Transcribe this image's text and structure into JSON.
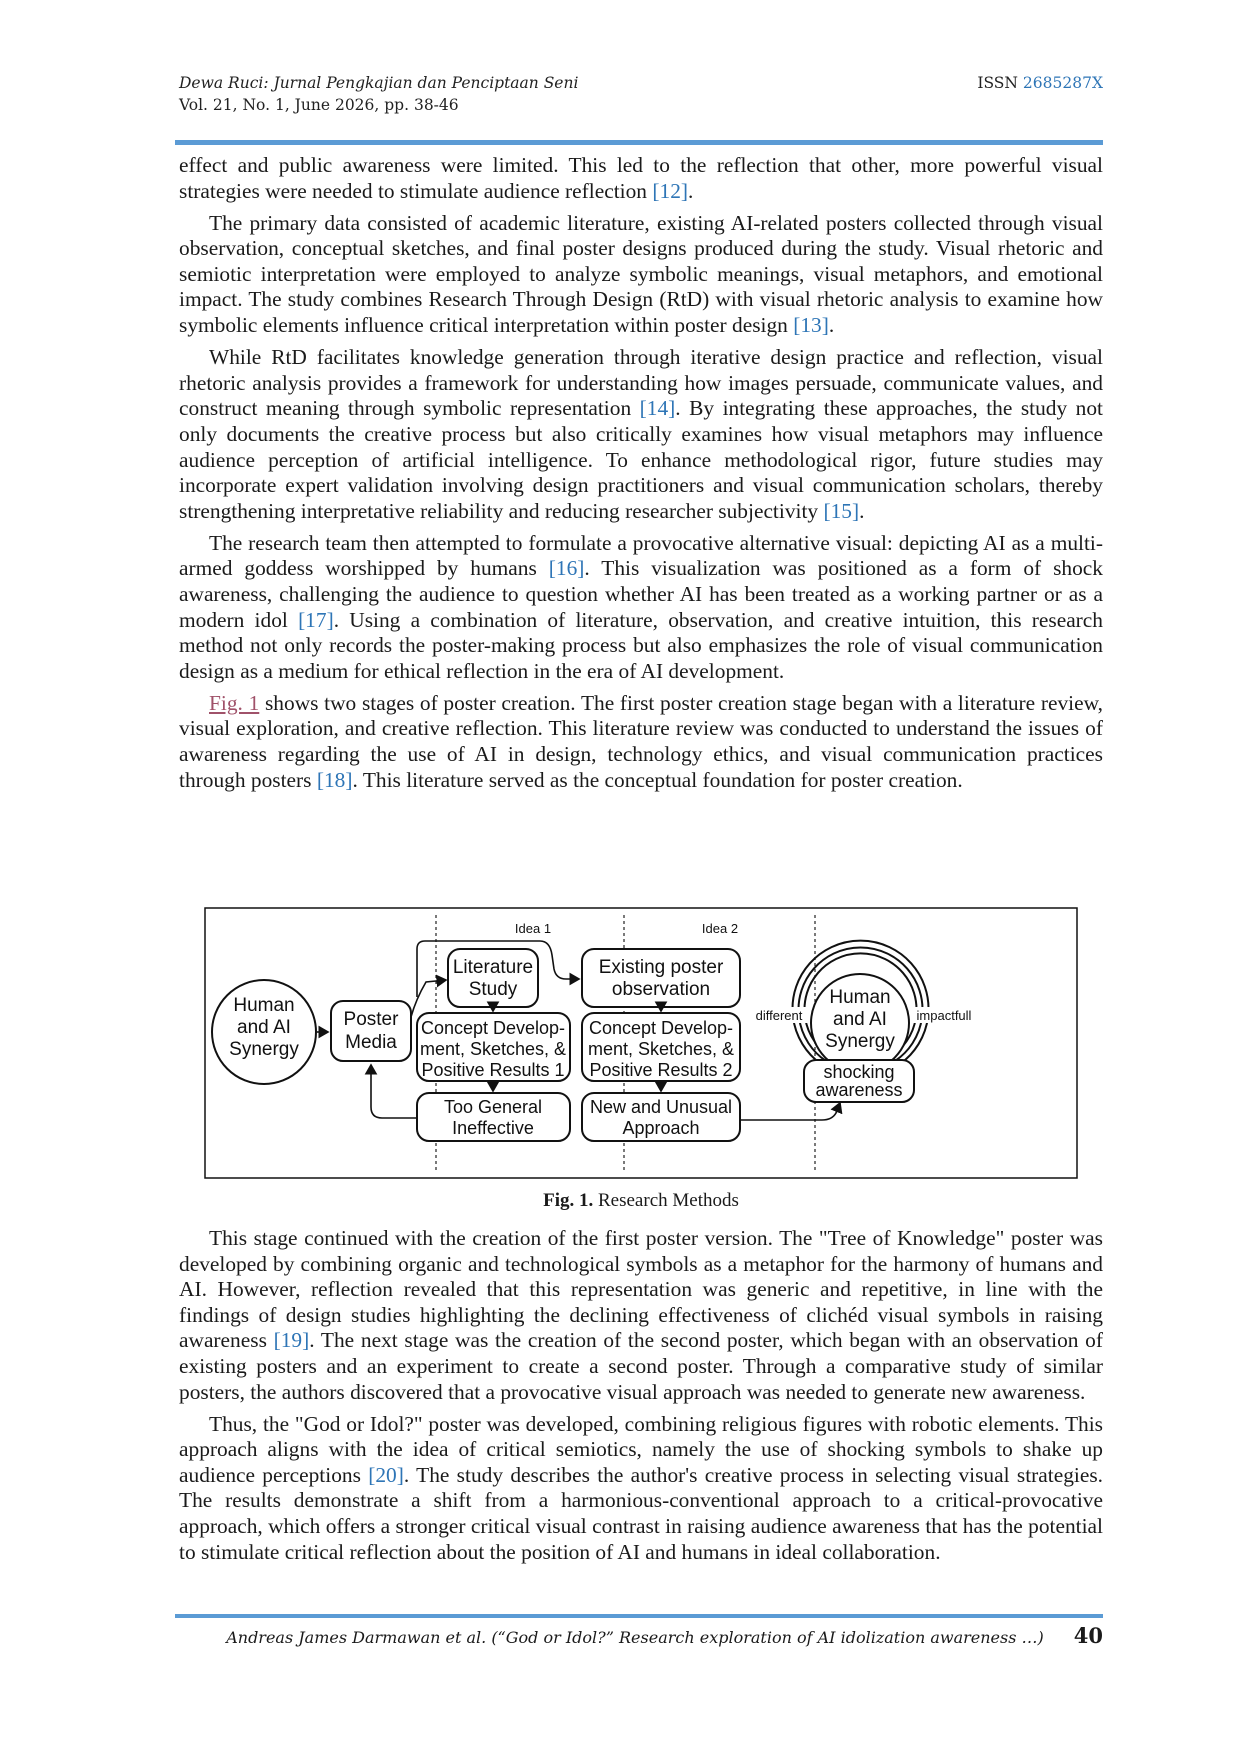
{
  "header": {
    "journal": "Dewa Ruci: Jurnal Pengkajian dan Penciptaan Seni",
    "volume": "Vol. 21, No. 1, June 2026, pp. 38-46",
    "issn_label": "ISSN",
    "issn_number": "2685287X"
  },
  "paragraphs": {
    "p1_text": "effect and public awareness were limited. This led to the reflection that other, more powerful visual strategies were needed to stimulate audience reflection",
    "p1_cite": "[12]",
    "p2_text": "The primary data consisted of academic literature, existing AI-related posters collected through visual observation, conceptual sketches, and final poster designs produced during the study. Visual rhetoric and semiotic interpretation were employed to analyze symbolic meanings, visual metaphors, and emotional impact. The study combines Research Through Design (RtD) with visual rhetoric analysis to examine how symbolic elements influence critical interpretation within poster design",
    "p2_cite": "[13]",
    "p3_a": "While RtD facilitates knowledge generation through iterative design practice and reflection, visual rhetoric analysis provides a framework for understanding how images persuade, communicate values, and construct meaning through symbolic representation",
    "p3_cite1": "[14]",
    "p3_b": "By integrating these approaches, the study not only documents the creative process but also critically examines how visual metaphors may influence audience perception of artificial intelligence. To enhance methodological rigor, future studies may incorporate expert validation involving design practitioners and visual communication scholars, thereby strengthening interpretative reliability and reducing researcher subjectivity",
    "p3_cite2": "[15]",
    "p4_a": "The research team then attempted to formulate a provocative alternative visual: depicting AI as a multi-armed goddess worshipped by humans",
    "p4_cite1": "[16]",
    "p4_b": "This visualization was positioned as a form of shock awareness, challenging the audience to question whether AI has been treated as a working partner or as a modern idol",
    "p4_cite2": "[17]",
    "p4_c": "Using a combination of literature, observation, and creative intuition, this research method not only records the poster-making process but also emphasizes the role of visual communication design as a medium for ethical reflection in the era of AI development.",
    "p5_link": "Fig. 1",
    "p5_a": "shows two stages of poster creation. The first poster creation stage began with a literature review, visual exploration, and creative reflection. This literature review was conducted to understand the issues of awareness regarding the use of AI in design, technology ethics, and visual communication practices through posters",
    "p5_cite": "[18]",
    "p5_b": "This literature served as the conceptual foundation for poster creation.",
    "p6_a": "This stage continued with the creation of the first poster version. The \"Tree of Knowledge\" poster was developed by combining organic and technological symbols as a metaphor for the harmony of humans and AI. However, reflection revealed that this representation was generic and repetitive, in line with the findings of design studies highlighting the declining effectiveness of clichéd visual symbols in raising awareness",
    "p6_cite": "[19]",
    "p6_b": "The next stage was the creation of the second poster, which began with an observation of existing posters and an experiment to create a second poster. Through a comparative study of similar posters, the authors discovered that a provocative visual approach was needed to generate new awareness.",
    "p7_a": "Thus, the \"God or Idol?\" poster was developed, combining religious figures with robotic elements. This approach aligns with the idea of critical semiotics, namely the use of shocking symbols to shake up audience perceptions",
    "p7_cite": "[20]",
    "p7_b": "The study describes the author's creative process in selecting visual strategies. The results demonstrate a shift from a harmonious-conventional approach to a critical-provocative approach, which offers a stronger critical visual contrast in raising audience awareness that has the potential to stimulate critical reflection about the position of AI and humans in ideal collaboration."
  },
  "figure": {
    "caption_label": "Fig. 1.",
    "caption_text": "Research Methods",
    "idea1": "Idea 1",
    "idea2": "Idea 2",
    "human_l1": "Human",
    "human_l2": "and AI",
    "human_l3": "Synergy",
    "poster_l1": "Poster",
    "poster_l2": "Media",
    "lit_l1": "Literature",
    "lit_l2": "Study",
    "concept1_l1": "Concept Develop-",
    "concept1_l2": "ment, Sketches, &",
    "concept1_l3": "Positive Results 1",
    "toogeneral_l1": "Too General",
    "toogeneral_l2": "Ineffective",
    "existing_l1": "Existing poster",
    "existing_l2": "observation",
    "concept2_l1": "Concept Develop-",
    "concept2_l2": "ment, Sketches, &",
    "concept2_l3": "Positive Results 2",
    "newunusual_l1": "New and Unusual",
    "newunusual_l2": "Approach",
    "shock_l1": "shocking",
    "shock_l2": "awareness",
    "different": "different",
    "impactfull": "impactfull"
  },
  "footer": {
    "authors": "Andreas James Darmawan et al. (“God or Idol?” Research exploration of AI idolization awareness …)",
    "page": "40"
  }
}
